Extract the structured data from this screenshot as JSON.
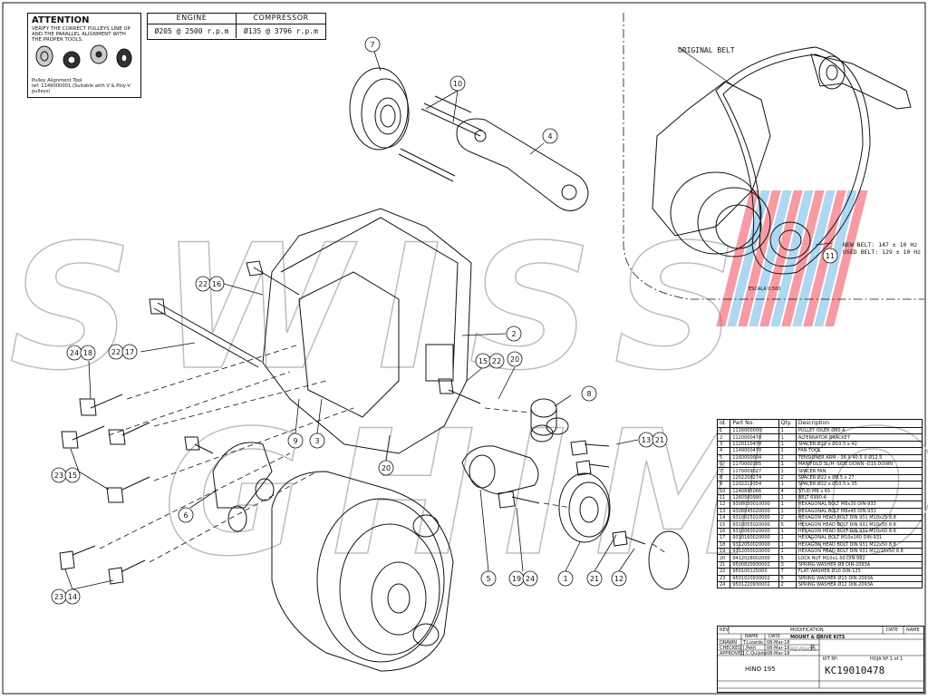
{
  "attention": {
    "title": "ATTENTION",
    "body": "VERIFY THE CORRECT PULLEYS LINE UP AND THE PARALLEL ALIGNMENT WITH THE PROPER TOOLS.",
    "tool_label": "Pulley Alignment Tool",
    "tool_ref": "ref: 1149000001 (Suitable with V & Poly-V pulleys)"
  },
  "speeds": {
    "engine_header": "ENGINE",
    "compressor_header": "COMPRESSOR",
    "engine_value": "Ø205 @ 2500 r.p.m",
    "compressor_value": "Ø135 @ 3796 r.p.m"
  },
  "inset": {
    "original_belt": "ORIGINAL BELT",
    "new_belt": "NEW BELT: 147 ± 10 Hz",
    "used_belt": "USED BELT: 129 ± 10 Hz",
    "scale": "ESCALA 0.500",
    "callout": "11"
  },
  "watermark": "SWISS GHIMO",
  "callouts": [
    "7",
    "10",
    "4",
    "2",
    "22",
    "16",
    "24",
    "18",
    "22",
    "17",
    "15",
    "22",
    "20",
    "8",
    "9",
    "3",
    "13",
    "21",
    "23",
    "15",
    "6",
    "20",
    "1",
    "5",
    "19",
    "24",
    "21",
    "12",
    "23",
    "14"
  ],
  "parts_table": {
    "headers": [
      "Id.",
      "Part No.",
      "Qty.",
      "Description"
    ],
    "rows": [
      [
        "1",
        "1116000000",
        "1",
        "PULLEY IDLER Ø80 A"
      ],
      [
        "2",
        "1120000478",
        "1",
        "ALTERNATOR BRACKET"
      ],
      [
        "3",
        "1120110478",
        "1",
        "SPACER Ø22 x Ø10.5 x 42"
      ],
      [
        "4",
        "1149000478",
        "1",
        "FAN TOOL"
      ],
      [
        "5",
        "1160000004",
        "1",
        "TENSIONER ARM - 36 X 40.5 X Ø12.5"
      ],
      [
        "6",
        "1170000385",
        "1",
        "MANIFOLD SL/H -SIDE DOWN -D1S DOWN"
      ],
      [
        "7",
        "1170009027",
        "1",
        "SPACER FAN"
      ],
      [
        "8",
        "1202208274",
        "2",
        "SPACER Ø22 x Ø8.5 x 27"
      ],
      [
        "9",
        "1202219354",
        "1",
        "SPACER Ø22 x Ø10.5 x 35"
      ],
      [
        "10",
        "1240845066",
        "4",
        "STUD M8 x 65"
      ],
      [
        "11",
        "1260500990",
        "1",
        "BELT 6990-A"
      ],
      [
        "12",
        "9308030010000",
        "1",
        "HEXAGONAL BOLT M8x30 DIN-933"
      ],
      [
        "13",
        "9308045020000",
        "1",
        "HEXAGONAL BOLT M8x45 DIN-931"
      ],
      [
        "14",
        "9310025010000",
        "2",
        "HEXAGON HEAD BOLT DIN 931 M10x25 8.8"
      ],
      [
        "15",
        "9310055020000",
        "5",
        "HEXAGON HEAD BOLT DIN 931 M10x55 8.8"
      ],
      [
        "16",
        "9310060020000",
        "1",
        "HEXAGON HEAD BOLT DIN 931 M10x60 8.8"
      ],
      [
        "17",
        "9310160020000",
        "1",
        "HEXAGONAL BOLT M10x160 DIN-931"
      ],
      [
        "18",
        "9312050020000",
        "1",
        "HEXAGON HEAD BOLT DIN 931 M12x50 8.8"
      ],
      [
        "19",
        "9312050020000",
        "1",
        "HEXAGON HEAD BOLT DIN 931 M12/15x50 8.8"
      ],
      [
        "20",
        "9412028002000",
        "5",
        "LOCK NUT M10x1.50 DIN-982"
      ],
      [
        "21",
        "9500820930002",
        "3",
        "SPRING WASHER Ø8 DIN-2093A"
      ],
      [
        "22",
        "950100125000",
        "7",
        "FLAT WASHER Ø10 DIN-125"
      ],
      [
        "23",
        "9501020930002",
        "5",
        "SPRING WASHER Ø10 DIN-2093A"
      ],
      [
        "24",
        "9501220930002",
        "2",
        "SPRING WASHER Ø12 DIN-2093A"
      ]
    ]
  },
  "title_block": {
    "rev_label": "REV",
    "modification_label": "MODIFICATION",
    "date_label": "DATE",
    "name_label": "NAME",
    "name_col": "NAME",
    "date_col": "DATE",
    "drawn_label": "DRAWN",
    "checked_label": "CHECKED",
    "approved_label": "APPROVED",
    "drawn_name": "T.Lizardo",
    "checked_name": "J.Petit",
    "approved_name": "J.C.Quijote",
    "drawn_date": "08-Mar-18",
    "checked_date": "08-Mar-18",
    "approved_date": "08-Mar-18",
    "category": "MOUNT & DRIVE KITS",
    "revision_label": "REVISION:",
    "revision_value": "P",
    "model": "HINO 195",
    "kit_label": "KIT Nº:",
    "sheet_label": "HOJA Nº 1 of 1",
    "kit_number": "KC19010478"
  },
  "colors": {
    "line": "#111111",
    "watermark_stroke": "#bdbdbd",
    "stripe_red": "#ef4a5a",
    "stripe_blue": "#6fb7e8"
  }
}
